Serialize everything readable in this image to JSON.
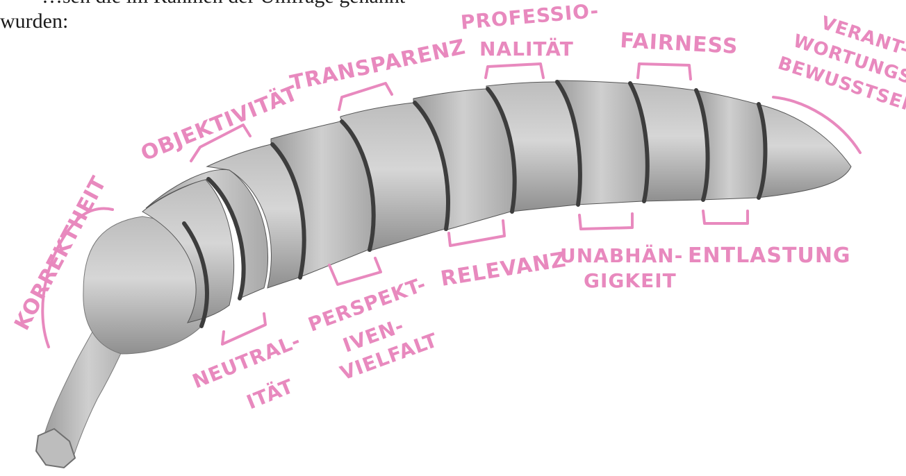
{
  "intro": {
    "line1": "…sen die im Rahmen der Umfrage genannt",
    "line2": "wurden:"
  },
  "colors": {
    "label": "#e889be",
    "banana_light": "#cfcfcf",
    "banana_mid": "#a9a9a9",
    "banana_dark": "#6e6e6e"
  },
  "labels": {
    "korrektheit": "KORREKTHEIT",
    "objektivitaet": "OBJEKTIVITÄT",
    "transparenz": "TRANSPARENZ",
    "professionalitaet_1": "PROFESSIO-",
    "professionalitaet_2": "NALITÄT",
    "fairness": "FAIRNESS",
    "verantwortung_1": "VERANT-",
    "verantwortung_2": "WORTUNGS-",
    "verantwortung_3": "BEWUSSTSEIN",
    "neutralitaet_1": "NEUTRAL-",
    "neutralitaet_2": "ITÄT",
    "perspektiven_1": "PERSPEKT-",
    "perspektiven_2": "IVEN-",
    "perspektiven_3": "VIELFALT",
    "relevanz": "RELEVANZ",
    "unabhaengigkeit_1": "UNABHÄN-",
    "unabhaengigkeit_2": "GIGKEIT",
    "entlastung": "ENTLASTUNG"
  }
}
